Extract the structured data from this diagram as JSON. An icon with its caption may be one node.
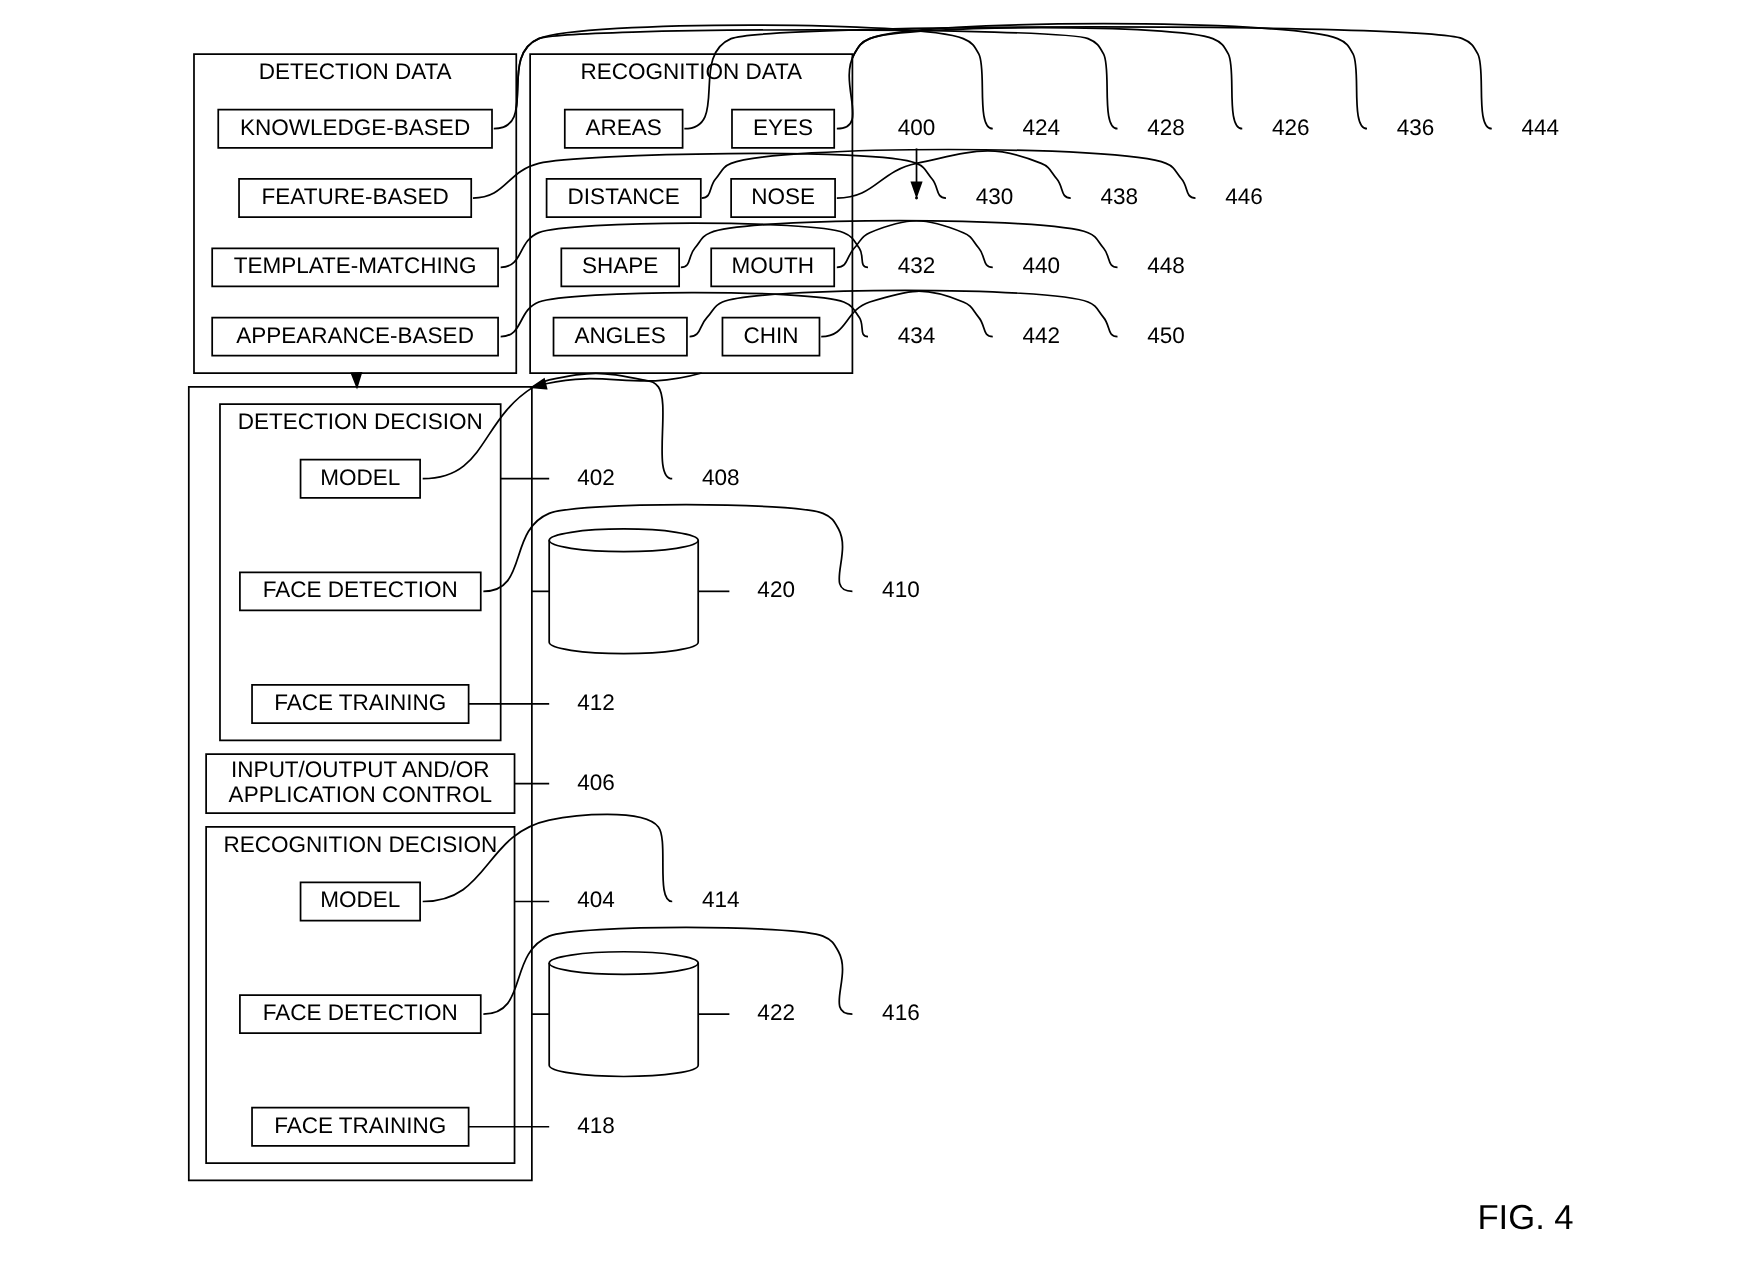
{
  "diagram": {
    "caption": "FIG. 4",
    "nodes": [
      {
        "text": [
          "DETECTION DATA"
        ]
      },
      {
        "text": [
          "KNOWLEDGE-BASED"
        ],
        "in": 0
      },
      {
        "text": [
          "FEATURE-BASED"
        ],
        "in": 0
      },
      {
        "text": [
          "TEMPLATE-MATCHING"
        ],
        "in": 0
      },
      {
        "text": [
          "APPEARANCE-BASED"
        ],
        "in": 0
      },
      {
        "text": [
          "RECOGNITION DATA"
        ]
      },
      {
        "text": [
          "EYES"
        ],
        "in": 5
      },
      {
        "text": [
          "AREAS"
        ],
        "in": 5
      },
      {
        "text": [
          "NOSE"
        ],
        "in": 5
      },
      {
        "text": [
          "DISTANCE"
        ],
        "in": 5
      },
      {
        "text": [
          "MOUTH"
        ],
        "in": 5
      },
      {
        "text": [
          "SHAPE"
        ],
        "in": 5
      },
      {
        "text": [
          "CHIN"
        ],
        "in": 5
      },
      {
        "text": [
          "ANGLES"
        ],
        "in": 5
      },
      {
        "text": [],
        "shape": "box"
      },
      {
        "text": [
          "DETECTION DECISION"
        ],
        "in": 14
      },
      {
        "text": [
          "MODEL"
        ],
        "in": 15
      },
      {
        "text": [
          "FACE DETECTION"
        ],
        "in": 15
      },
      {
        "text": [
          "FACE TRAINING"
        ],
        "in": 15
      },
      {
        "text": [
          "INPUT/OUTPUT AND/OR APPLICATION CONTROL"
        ],
        "in": 14
      },
      {
        "text": [
          "RECOGNITION DECISION"
        ],
        "in": 14
      },
      {
        "text": [
          "MODEL"
        ],
        "in": 20
      },
      {
        "text": [
          "FACE DETECTION"
        ],
        "in": 20
      },
      {
        "text": [
          "FACE TRAINING"
        ],
        "in": 20
      },
      {
        "text": [],
        "shape": "cylinder"
      },
      {
        "text": [],
        "shape": "cylinder"
      },
      {
        "text": [
          "400"
        ]
      },
      {
        "text": [
          "424"
        ]
      },
      {
        "text": [
          "428"
        ]
      },
      {
        "text": [
          "430"
        ]
      },
      {
        "text": [
          "432"
        ]
      },
      {
        "text": [
          "434"
        ]
      },
      {
        "text": [
          "426"
        ]
      },
      {
        "text": [
          "436"
        ]
      },
      {
        "text": [
          "438"
        ]
      },
      {
        "text": [
          "440"
        ]
      },
      {
        "text": [
          "442"
        ]
      },
      {
        "text": [
          "444"
        ]
      },
      {
        "text": [
          "446"
        ]
      },
      {
        "text": [
          "448"
        ]
      },
      {
        "text": [
          "450"
        ]
      },
      {
        "text": [
          "402"
        ]
      },
      {
        "text": [
          "408"
        ]
      },
      {
        "text": [
          "410"
        ]
      },
      {
        "text": [
          "412"
        ]
      },
      {
        "text": [
          "406"
        ]
      },
      {
        "text": [
          "404"
        ]
      },
      {
        "text": [
          "414"
        ]
      },
      {
        "text": [
          "416"
        ]
      },
      {
        "text": [
          "418"
        ]
      },
      {
        "text": [
          "420"
        ]
      },
      {
        "text": [
          "422"
        ]
      }
    ],
    "edges": [
      {
        "from": 0,
        "to": 14,
        "arrow": "to"
      },
      {
        "from": 5,
        "to": 14,
        "arrow": "to"
      },
      {
        "from": 14,
        "to": 24,
        "arrow": "none"
      },
      {
        "from": 14,
        "to": 25,
        "arrow": "none"
      },
      {
        "from": 26,
        "to": null,
        "arrow": "to"
      },
      {
        "from": 27,
        "to": 0,
        "arrow": "none"
      },
      {
        "from": 28,
        "to": 1,
        "arrow": "none"
      },
      {
        "from": 29,
        "to": 2,
        "arrow": "none"
      },
      {
        "from": 30,
        "to": 3,
        "arrow": "none"
      },
      {
        "from": 31,
        "to": 4,
        "arrow": "none"
      },
      {
        "from": 32,
        "to": 5,
        "arrow": "none"
      },
      {
        "from": 33,
        "to": 6,
        "arrow": "none"
      },
      {
        "from": 34,
        "to": 8,
        "arrow": "none"
      },
      {
        "from": 35,
        "to": 10,
        "arrow": "none"
      },
      {
        "from": 36,
        "to": 12,
        "arrow": "none"
      },
      {
        "from": 37,
        "to": 7,
        "arrow": "none"
      },
      {
        "from": 38,
        "to": 9,
        "arrow": "none"
      },
      {
        "from": 39,
        "to": 11,
        "arrow": "none"
      },
      {
        "from": 40,
        "to": 13,
        "arrow": "none"
      },
      {
        "from": 41,
        "to": 15,
        "arrow": "none"
      },
      {
        "from": 42,
        "to": 16,
        "arrow": "none"
      },
      {
        "from": 43,
        "to": 17,
        "arrow": "none"
      },
      {
        "from": 44,
        "to": 18,
        "arrow": "none"
      },
      {
        "from": 45,
        "to": 19,
        "arrow": "none"
      },
      {
        "from": 46,
        "to": 20,
        "arrow": "none"
      },
      {
        "from": 47,
        "to": 21,
        "arrow": "none"
      },
      {
        "from": 48,
        "to": 22,
        "arrow": "none"
      },
      {
        "from": 49,
        "to": 23,
        "arrow": "none"
      },
      {
        "from": 50,
        "to": 24,
        "arrow": "none"
      },
      {
        "from": 51,
        "to": 25,
        "arrow": "none"
      }
    ]
  }
}
